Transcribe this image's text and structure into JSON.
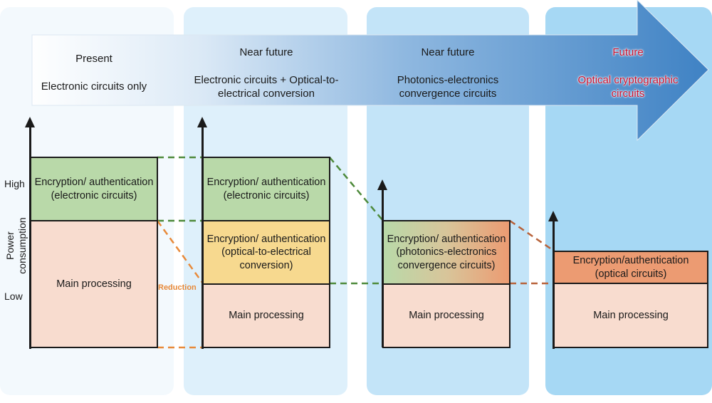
{
  "stages": [
    {
      "period": "Present",
      "description": "Electronic circuits only"
    },
    {
      "period": "Near future",
      "description": "Electronic circuits + Optical-to-electrical conversion"
    },
    {
      "period": "Near future",
      "description": "Photonics-electronics convergence circuits"
    },
    {
      "period": "Future",
      "description": "Optical cryptographic circuits"
    }
  ],
  "axis": {
    "label": "Power consumption",
    "high": "High",
    "low": "Low"
  },
  "annotation": {
    "reduction": "Reduction"
  },
  "boxes": {
    "s1_encryption": "Encryption/ authentication (electronic circuits)",
    "s1_main": "Main processing",
    "s2_encryption": "Encryption/ authentication (electronic circuits)",
    "s2_conversion": "Encryption/ authentication (optical-to-electrical conversion)",
    "s2_main": "Main processing",
    "s3_encryption": "Encryption/ authentication (photonics-electronics convergence circuits)",
    "s3_main": "Main processing",
    "s4_encryption": "Encryption/authentication (optical circuits)",
    "s4_main": "Main processing"
  },
  "colors": {
    "electronic_green": "#b9d9a9",
    "conversion_yellow": "#f7d98f",
    "optical_orange": "#ec9b72",
    "main_pink": "#f8dccf",
    "dash_green": "#4e8a3b",
    "dash_orange": "#e88a3a",
    "dash_brown": "#b8623a",
    "arrow_blue": "#4a8ac9"
  }
}
